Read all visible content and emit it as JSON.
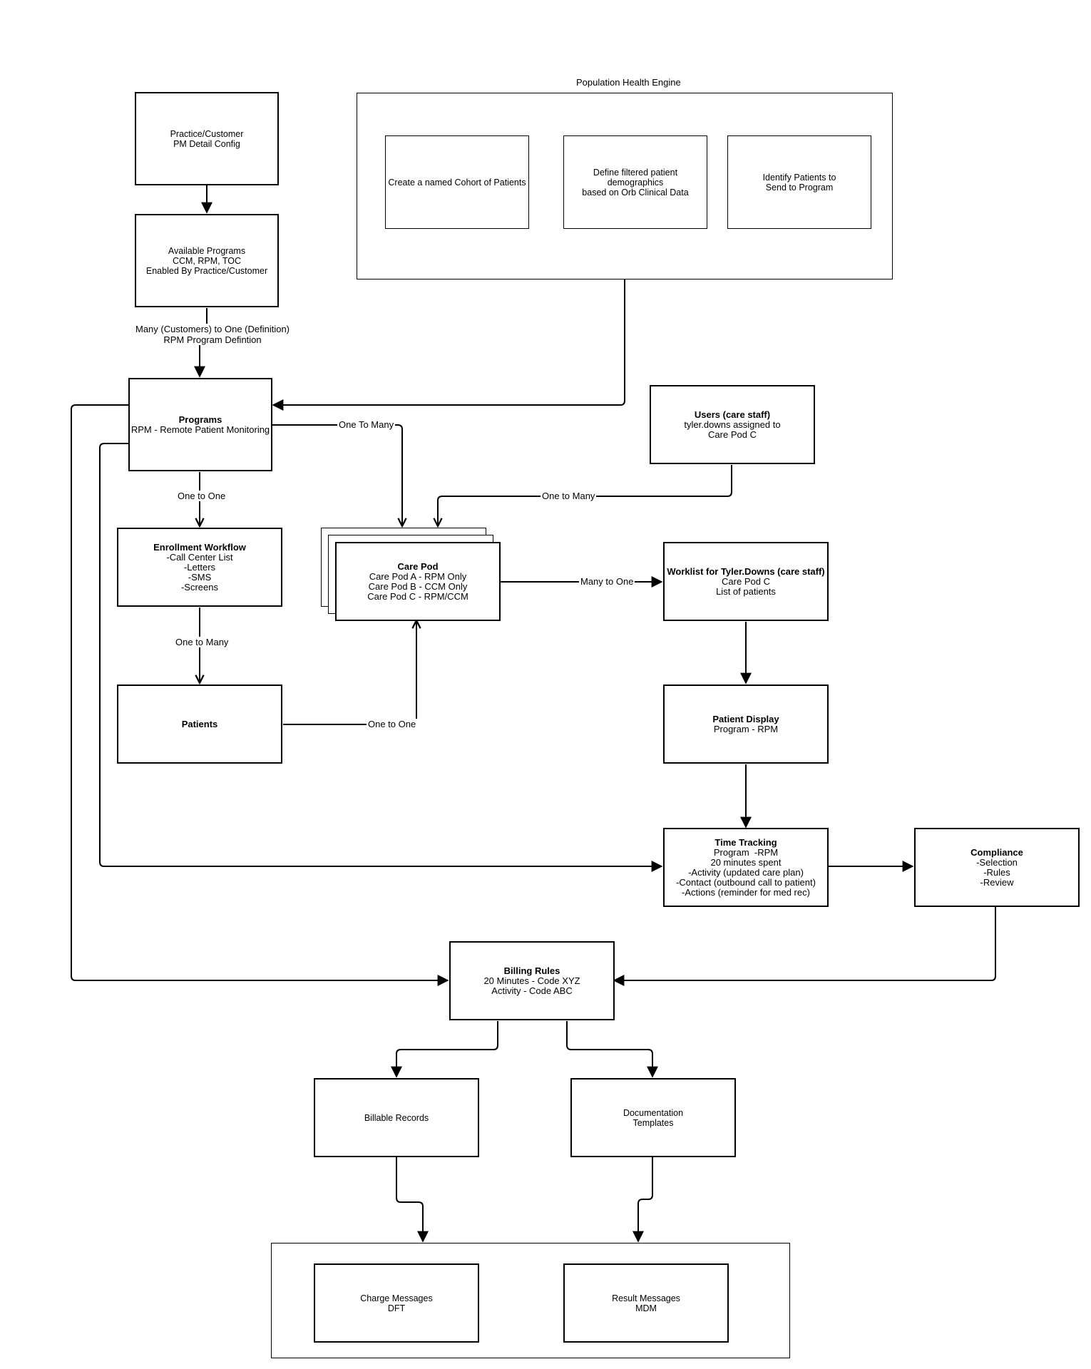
{
  "population_engine": {
    "title": "Population Health Engine",
    "cohort": "Create a named Cohort of Patients",
    "filter": [
      "Define filtered patient demographics",
      "based on Orb Clinical Data"
    ],
    "identify": [
      "Identify Patients to",
      "Send to Program"
    ]
  },
  "practice": [
    "Practice/Customer",
    "PM Detail Config"
  ],
  "available_programs": [
    "Available Programs",
    "CCM, RPM, TOC",
    "Enabled By Practice/Customer"
  ],
  "programs": {
    "title": "Programs",
    "lines": [
      "RPM - Remote Patient Monitoring"
    ]
  },
  "users": {
    "title": "Users (care staff)",
    "lines": [
      "tyler.downs assigned to",
      "Care Pod C"
    ]
  },
  "enrollment": {
    "title": "Enrollment Workflow",
    "lines": [
      "-Call Center List",
      "-Letters",
      "-SMS",
      "-Screens"
    ]
  },
  "care_pod": {
    "title": "Care Pod",
    "lines": [
      "Care Pod A - RPM Only",
      "Care Pod B - CCM Only",
      "Care Pod C - RPM/CCM"
    ]
  },
  "worklist": {
    "title": "Worklist for Tyler.Downs (care staff)",
    "lines": [
      "Care Pod C",
      "List of patients"
    ]
  },
  "patients": {
    "title": "Patients"
  },
  "patient_display": {
    "title": "Patient Display",
    "lines": [
      "Program - RPM"
    ]
  },
  "time_tracking": {
    "title": "Time Tracking",
    "lines": [
      "Program  -RPM",
      "20 minutes spent",
      "-Activity (updated care plan)",
      "-Contact (outbound call to patient)",
      "-Actions (reminder for med rec)"
    ]
  },
  "compliance": {
    "title": "Compliance",
    "lines": [
      "-Selection",
      "-Rules",
      "-Review"
    ]
  },
  "billing_rules": {
    "title": "Billing Rules",
    "lines": [
      "20 Minutes - Code XYZ",
      "Activity - Code ABC"
    ]
  },
  "billable_records": "Billable Records",
  "documentation": [
    "Documentation",
    "Templates"
  ],
  "charge_messages": [
    "Charge Messages",
    "DFT"
  ],
  "result_messages": [
    "Result Messages",
    "MDM"
  ],
  "edge_labels": {
    "many_to_one_def": [
      "Many (Customers) to One (Definition)",
      "RPM Program Defintion"
    ],
    "one_to_many_programs": "One To Many",
    "one_to_one_enroll": "One to One",
    "one_to_many_users": "One to Many",
    "one_to_many_patients": "One to Many",
    "many_to_one_worklist": "Many to One",
    "one_to_one_patients": "One to One"
  }
}
